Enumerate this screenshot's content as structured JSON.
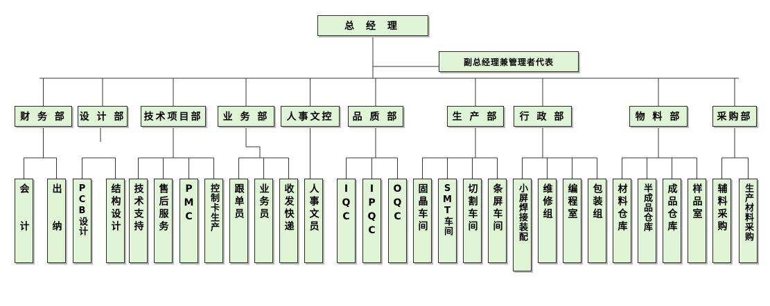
{
  "top": "总 经 理",
  "vice": "副总经理兼管理者代表",
  "departments": [
    {
      "label": "财 务 部",
      "children": [
        "会　　计",
        "出　　纳"
      ]
    },
    {
      "label": "设 计 部",
      "children": [
        "PCB设计",
        "结构设计"
      ]
    },
    {
      "label": "技术项目部",
      "children": [
        "技术支持",
        "售后服务",
        "PMC",
        "控制卡生产"
      ]
    },
    {
      "label": "业 务 部",
      "children": [
        "跟单员",
        "业务员",
        "收发快递"
      ]
    },
    {
      "label": "人事文控",
      "children": [
        "人事文员"
      ]
    },
    {
      "label": "品 质 部",
      "children": [
        "IQC",
        "IPQC",
        "OQC"
      ]
    },
    {
      "label": "生 产 部",
      "children": [
        "固晶车间",
        "SMT车间",
        "切割车间",
        "条屏车间"
      ]
    },
    {
      "label": "行 政 部",
      "children": [
        "小屏焊接装配",
        "维修组",
        "编程室",
        "包装组"
      ]
    },
    {
      "label": "物 料 部",
      "children": [
        "材料仓库",
        "半成品仓库",
        "成品仓库",
        "样品室"
      ]
    },
    {
      "label": "采购部",
      "children": [
        "辅料采购",
        "生产材料采购"
      ]
    }
  ]
}
